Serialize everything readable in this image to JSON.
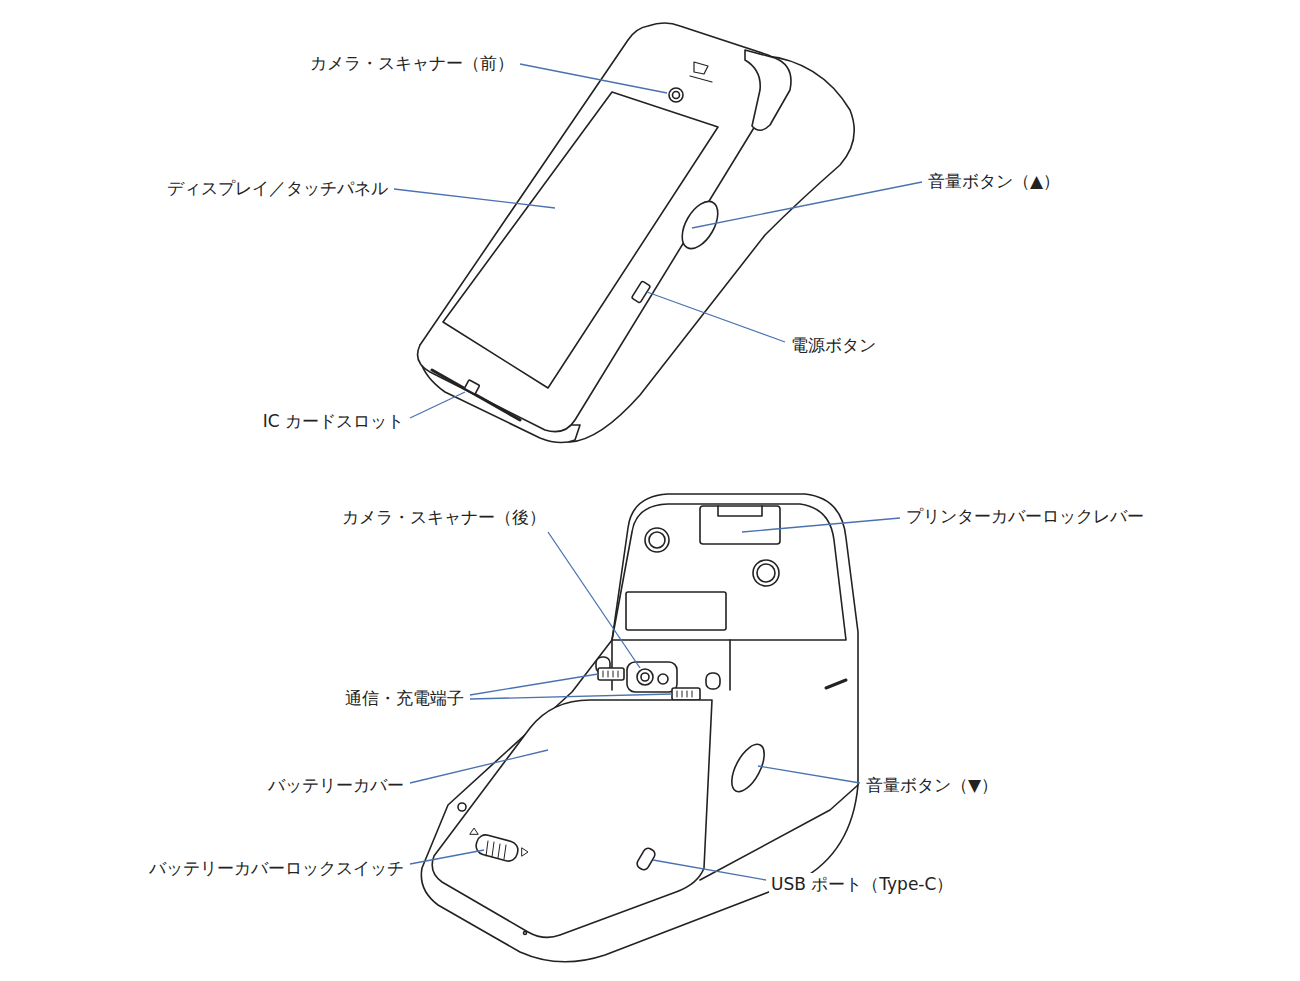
{
  "diagram": {
    "labels": [
      "カメラ・スキャナー（前）",
      "ディスプレイ／タッチパネル",
      "音量ボタン（▲）",
      "電源ボタン",
      "IC カードスロット",
      "カメラ・スキャナー（後）",
      "プリンターカバーロックレバー",
      "通信・充電端子",
      "バッテリーカバー",
      "音量ボタン（▼）",
      "バッテリーカバーロックスイッチ",
      "USB ポート（Type-C）"
    ]
  }
}
